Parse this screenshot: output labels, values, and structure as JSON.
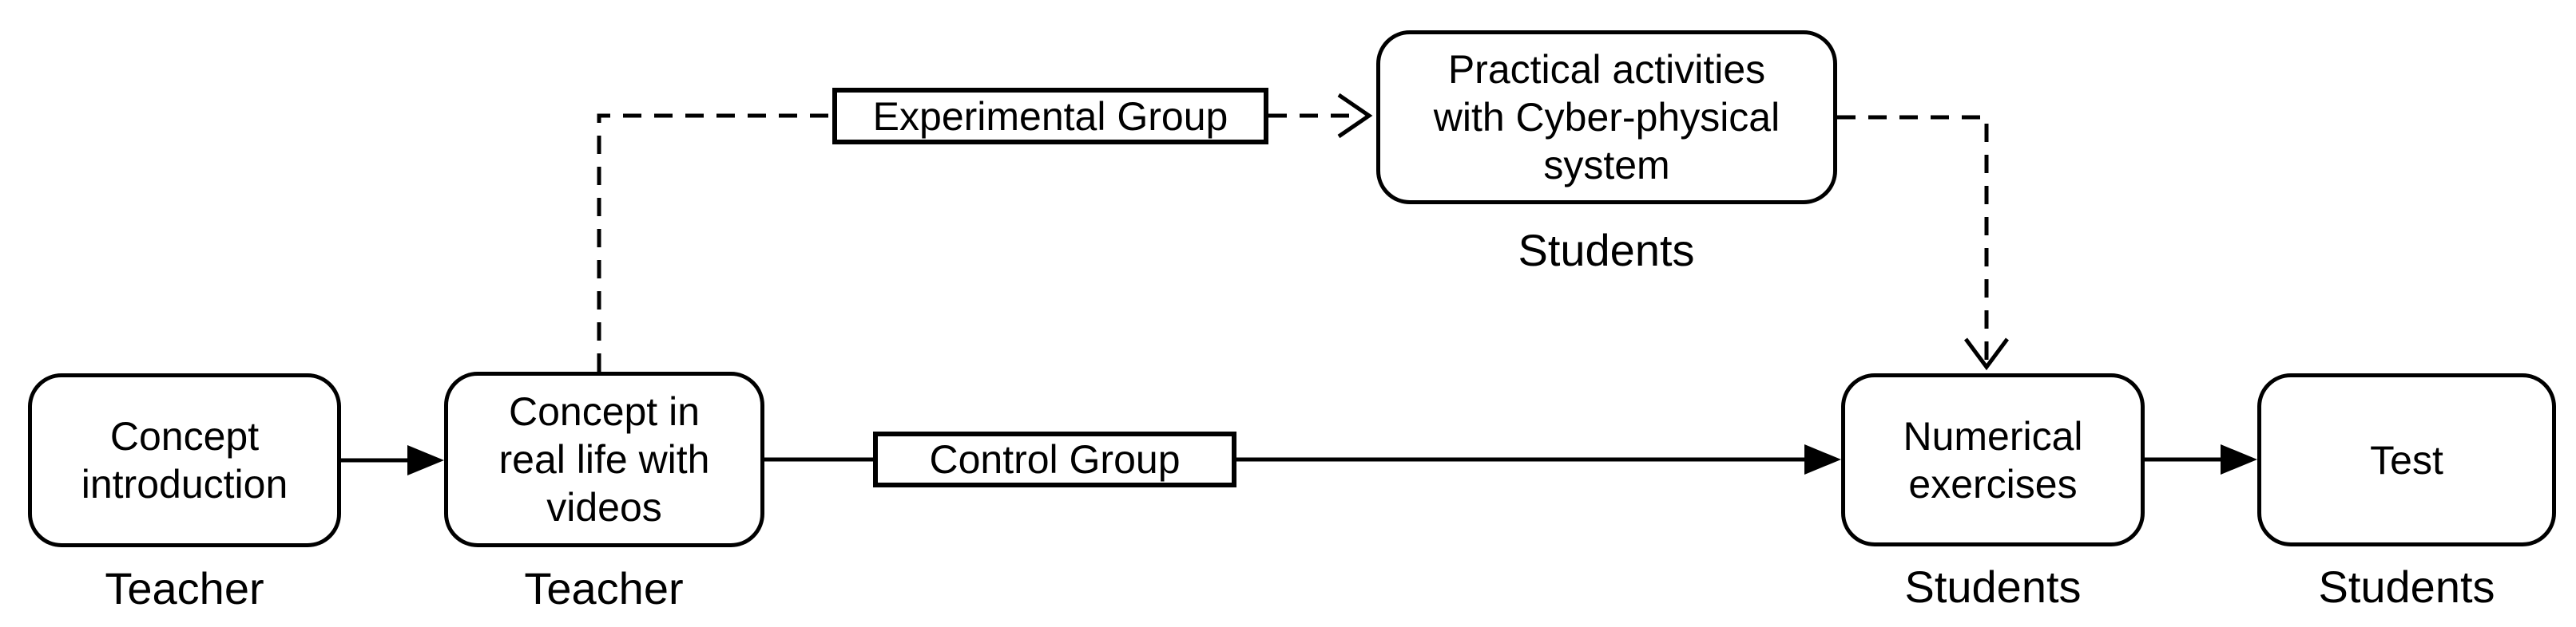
{
  "diagram": {
    "background_color": "#ffffff",
    "ink_color": "#000000",
    "nodes": {
      "concept_introduction": {
        "label": "Concept\nintroduction",
        "actor": "Teacher"
      },
      "concept_videos": {
        "label": "Concept in\nreal life with\nvideos",
        "actor": "Teacher"
      },
      "practical_activities": {
        "label": "Practical activities\nwith Cyber-physical\nsystem",
        "actor": "Students"
      },
      "numerical_exercises": {
        "label": "Numerical\nexercises",
        "actor": "Students"
      },
      "test": {
        "label": "Test",
        "actor": "Students"
      }
    },
    "branches": {
      "experimental_group": {
        "label": "Experimental Group",
        "line_style": "dashed"
      },
      "control_group": {
        "label": "Control Group",
        "line_style": "solid"
      }
    }
  }
}
